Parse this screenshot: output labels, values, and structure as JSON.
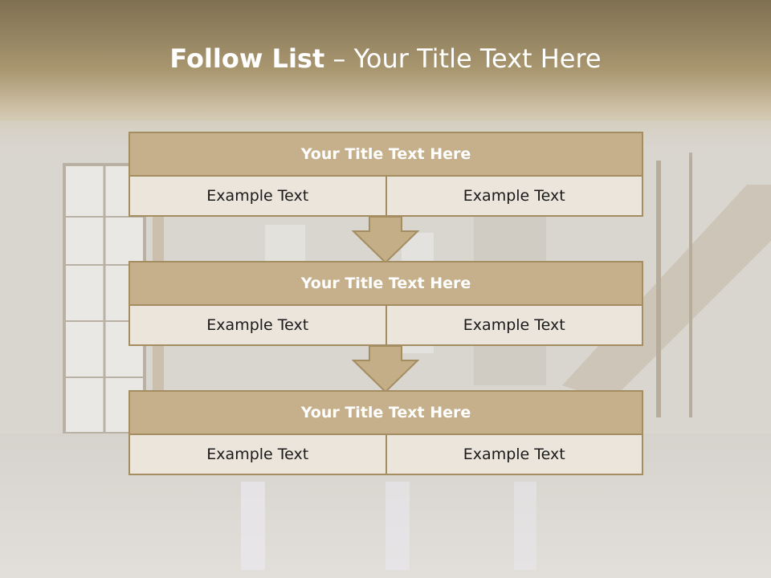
{
  "title": {
    "main": "Follow List",
    "dash": "–",
    "sub": "Your Title Text Here"
  },
  "colors": {
    "header_fill": "#c6b08b",
    "border": "#a58d62",
    "cell_fill": "#ece5dc",
    "arrow_fill": "#c4ae88"
  },
  "blocks": [
    {
      "title": "Your Title Text Here",
      "left": "Example Text",
      "right": "Example Text"
    },
    {
      "title": "Your Title Text Here",
      "left": "Example Text",
      "right": "Example Text"
    },
    {
      "title": "Your Title Text Here",
      "left": "Example Text",
      "right": "Example Text"
    }
  ],
  "icons": {
    "connector": "down-arrow-icon"
  }
}
